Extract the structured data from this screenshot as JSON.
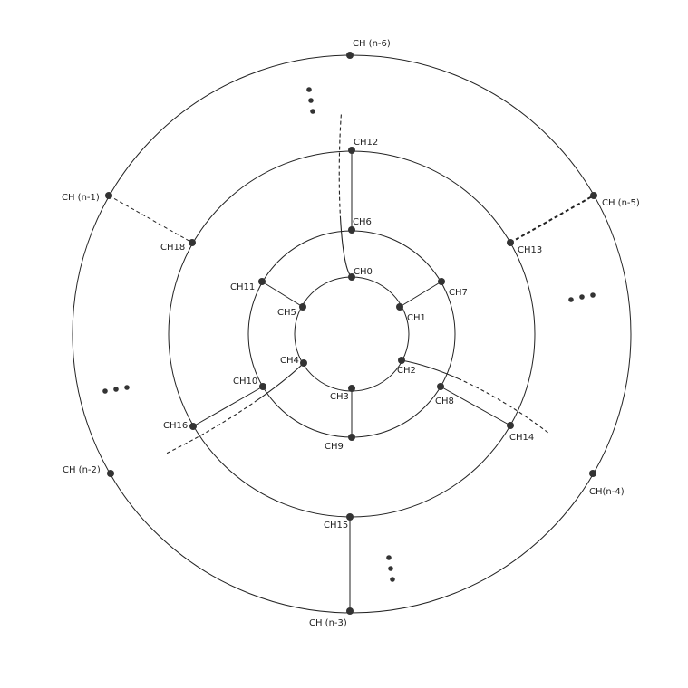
{
  "nodes": [
    {
      "id": "ch0",
      "label": "CH0"
    },
    {
      "id": "ch1",
      "label": "CH1"
    },
    {
      "id": "ch2",
      "label": "CH2"
    },
    {
      "id": "ch3",
      "label": "CH3"
    },
    {
      "id": "ch4",
      "label": "CH4"
    },
    {
      "id": "ch5",
      "label": "CH5"
    },
    {
      "id": "ch6",
      "label": "CH6"
    },
    {
      "id": "ch7",
      "label": "CH7"
    },
    {
      "id": "ch8",
      "label": "CH8"
    },
    {
      "id": "ch9",
      "label": "CH9"
    },
    {
      "id": "ch10",
      "label": "CH10"
    },
    {
      "id": "ch11",
      "label": "CH11"
    },
    {
      "id": "ch12",
      "label": "CH12"
    },
    {
      "id": "ch13",
      "label": "CH13"
    },
    {
      "id": "ch14",
      "label": "CH14"
    },
    {
      "id": "ch15",
      "label": "CH15"
    },
    {
      "id": "ch16",
      "label": "CH16"
    },
    {
      "id": "ch18",
      "label": "CH18"
    },
    {
      "id": "chn6",
      "label": "CH (n-6)"
    },
    {
      "id": "chn5",
      "label": "CH (n-5)"
    },
    {
      "id": "chn4",
      "label": "CH(n-4)"
    },
    {
      "id": "chn3",
      "label": "CH (n-3)"
    },
    {
      "id": "chn2",
      "label": "CH (n-2)"
    },
    {
      "id": "chn1",
      "label": "CH (n-1)"
    }
  ],
  "edges": [
    {
      "from": "ch12",
      "to": "ch6",
      "style": "solid"
    },
    {
      "from": "ch7",
      "to": "ch1",
      "style": "solid"
    },
    {
      "from": "ch11",
      "to": "ch5",
      "style": "solid"
    },
    {
      "from": "ch3",
      "to": "ch9",
      "style": "solid"
    },
    {
      "from": "ch8",
      "to": "ch14",
      "style": "solid"
    },
    {
      "from": "ch10",
      "to": "ch16",
      "style": "solid"
    },
    {
      "from": "ch15",
      "to": "chn3",
      "style": "solid"
    },
    {
      "from": "chn1",
      "to": "ch18",
      "style": "dashed"
    },
    {
      "from": "ch13",
      "to": "chn5",
      "style": "dashed-bold"
    },
    {
      "from": "ch0",
      "to": "chn6",
      "style": "curve"
    },
    {
      "from": "ch2",
      "to": "chn4",
      "style": "curve"
    },
    {
      "from": "ch4",
      "to": "chn2",
      "style": "curve"
    }
  ],
  "colors": {
    "line": "#222222",
    "node": "#333333"
  }
}
